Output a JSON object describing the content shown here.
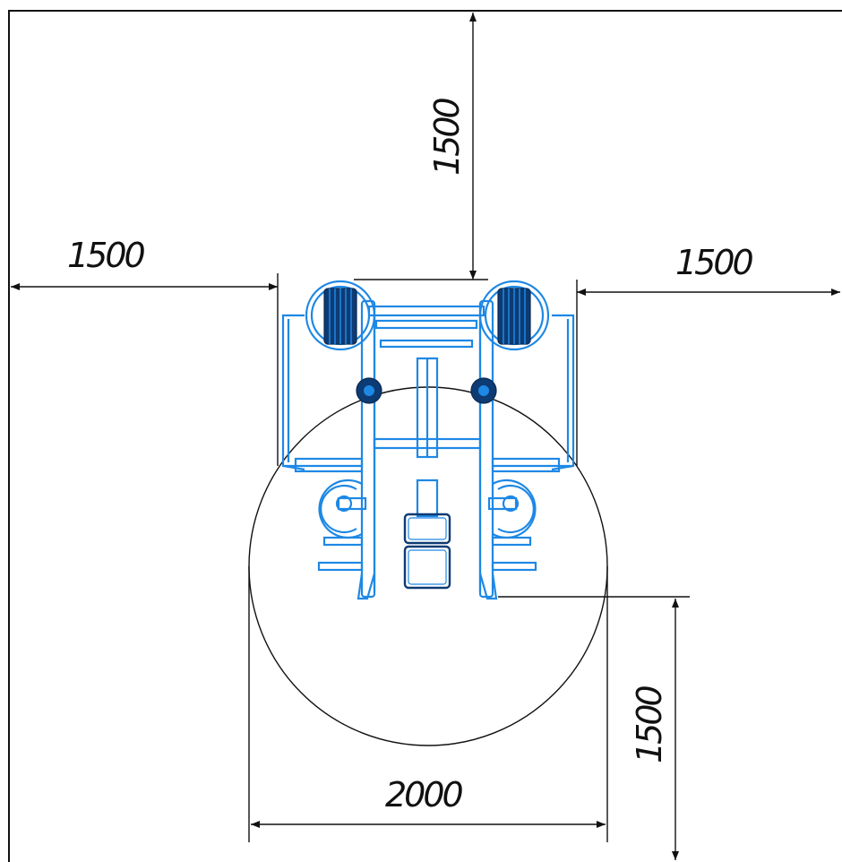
{
  "dimensions": {
    "top_clearance": "1500",
    "left_clearance": "1500",
    "right_clearance": "1500",
    "bottom_clearance": "1500",
    "zone_diameter": "2000"
  },
  "colors": {
    "equipment": "#1e88e5",
    "equipment_dark": "#0d3b73",
    "lines": "#111111"
  }
}
